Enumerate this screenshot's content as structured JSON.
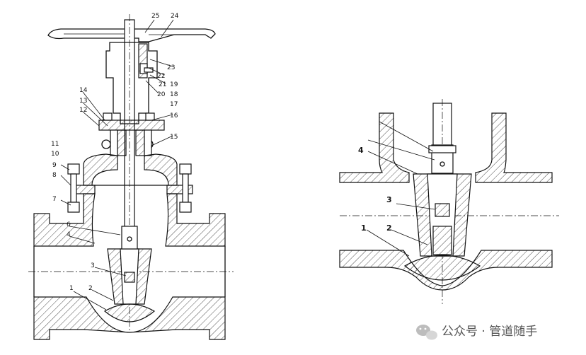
{
  "left_view": {
    "part_numbers": [
      "25",
      "24",
      "23",
      "22",
      "21",
      "20",
      "19",
      "18",
      "17",
      "16",
      "15",
      "14",
      "13",
      "12",
      "11",
      "10",
      "9",
      "8",
      "7",
      "6",
      "4",
      "3",
      "1",
      "2"
    ]
  },
  "right_view": {
    "part_numbers": [
      "4",
      "3",
      "1",
      "2"
    ]
  },
  "watermark": {
    "text": "公众号 · 管道随手"
  }
}
